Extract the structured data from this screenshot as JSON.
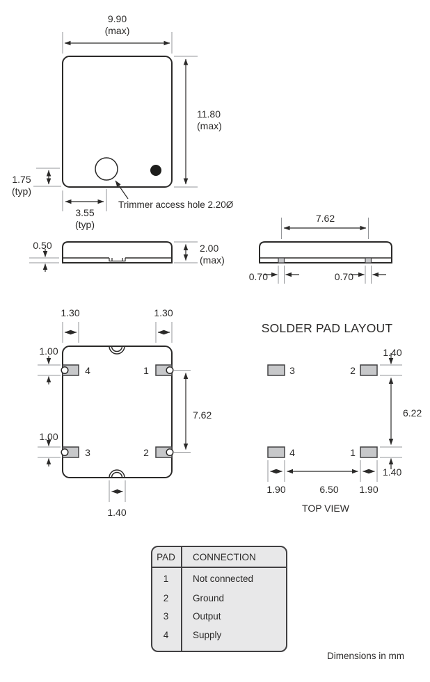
{
  "top_view": {
    "width": "9.90\n(max)",
    "height": "11.80\n(max)",
    "edge_offset": "1.75\n(typ)",
    "hole_offset": "3.55\n(typ)",
    "trimmer_note": "Trimmer access hole 2.20Ø"
  },
  "side_left": {
    "base": "0.50",
    "height": "2.00\n(max)"
  },
  "side_right": {
    "span": "7.62",
    "pad_left": "0.70",
    "pad_right": "0.70"
  },
  "bottom_view": {
    "pad_len_left": "1.30",
    "pad_len_right": "1.30",
    "pad_w_top": "1.00",
    "pad_w_bottom": "1.00",
    "span": "7.62",
    "notch": "1.40",
    "pad_4": "4",
    "pad_1": "1",
    "pad_3": "3",
    "pad_2": "2"
  },
  "solder": {
    "title": "SOLDER PAD LAYOUT",
    "pad_3": "3",
    "pad_2": "2",
    "pad_4": "4",
    "pad_1": "1",
    "pad_h_top": "1.40",
    "gap_v": "6.22",
    "pad_h_bottom": "1.40",
    "pad_w_left": "1.90",
    "gap_h": "6.50",
    "pad_w_right": "1.90",
    "caption": "TOP VIEW"
  },
  "table": {
    "header_pad": "PAD",
    "header_connection": "CONNECTION",
    "rows": [
      {
        "pad": "1",
        "connection": "Not connected"
      },
      {
        "pad": "2",
        "connection": "Ground"
      },
      {
        "pad": "3",
        "connection": "Output"
      },
      {
        "pad": "4",
        "connection": "Supply"
      }
    ]
  },
  "note": "Dimensions in mm",
  "colors": {
    "outline": "#2b2a29",
    "dimension_line": "#2b2a29",
    "extension_line": "#939598",
    "pad_fill": "#c7c8ca",
    "table_fill": "#e8e8e9"
  }
}
